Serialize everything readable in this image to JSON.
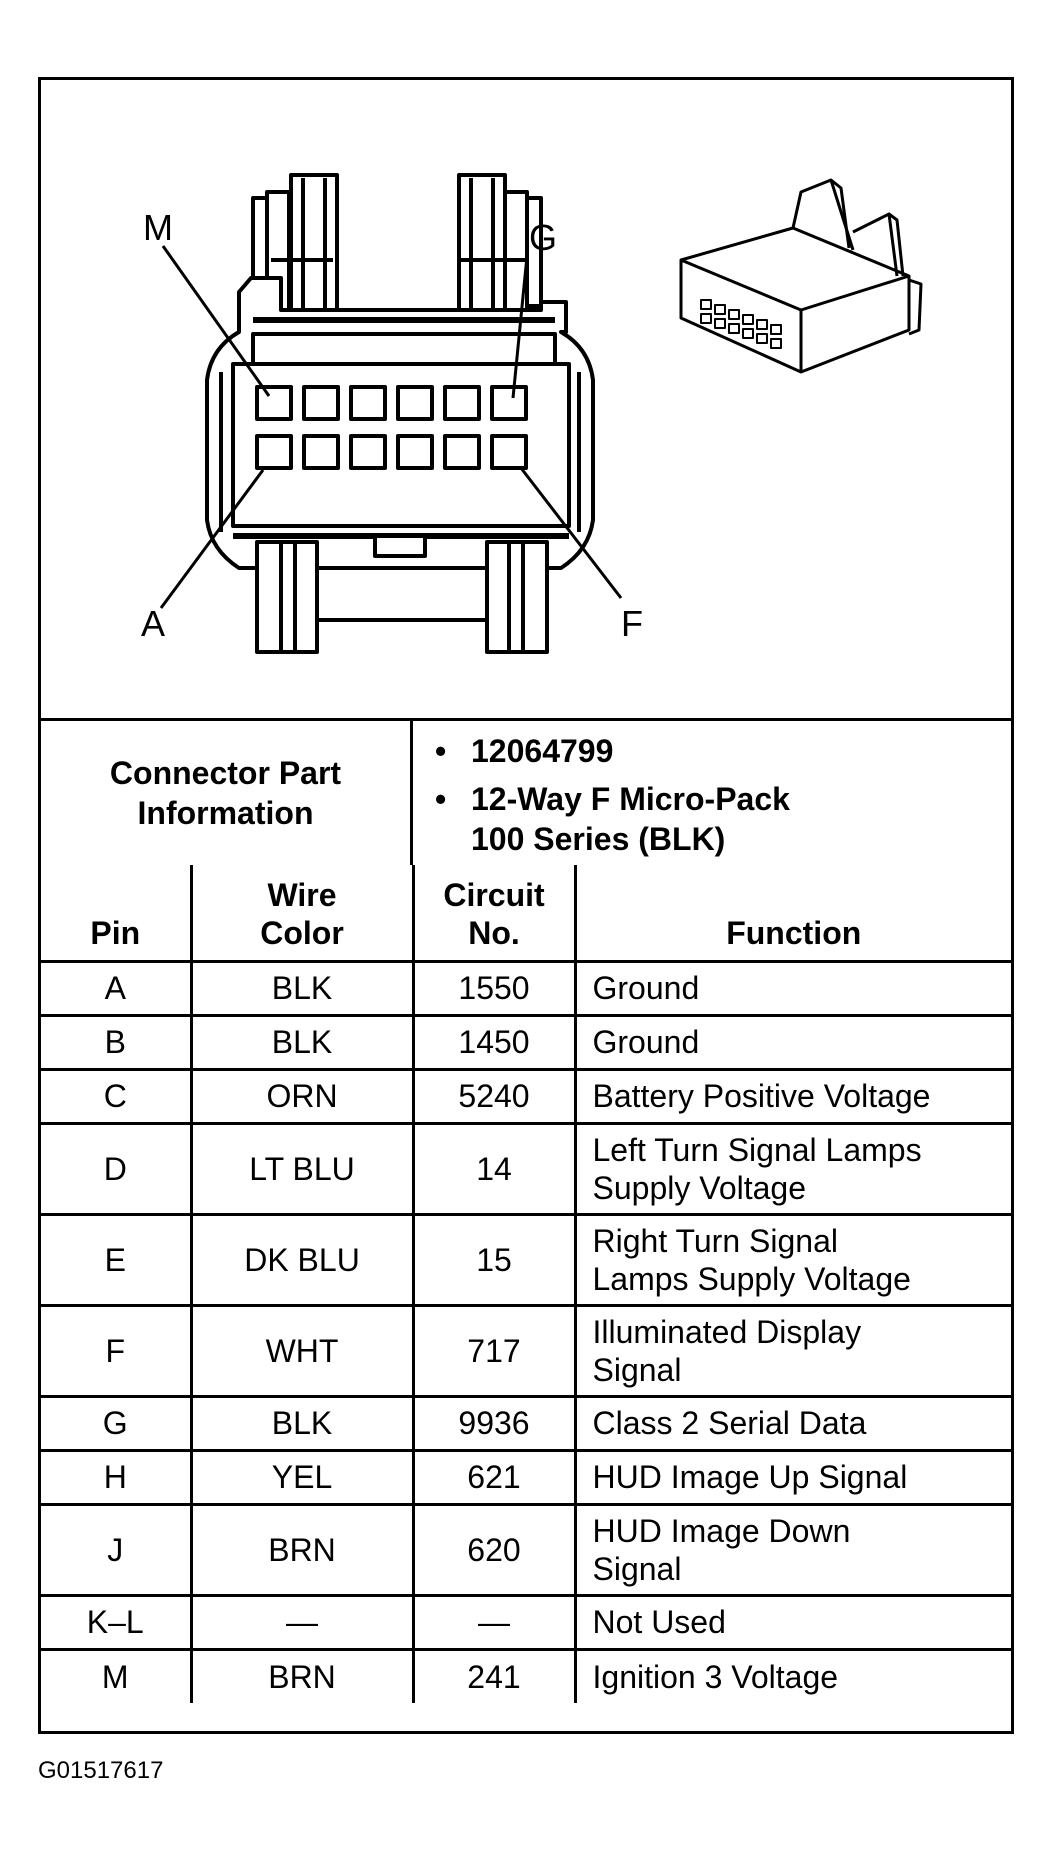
{
  "diagram": {
    "pin_callouts": [
      "M",
      "G",
      "A",
      "F"
    ]
  },
  "part_info": {
    "label_line1": "Connector Part",
    "label_line2": "Information",
    "items": [
      "12064799",
      "12-Way F Micro-Pack",
      "100 Series (BLK)"
    ]
  },
  "table": {
    "headers": {
      "pin": "Pin",
      "wire_line1": "Wire",
      "wire_line2": "Color",
      "circuit_line1": "Circuit",
      "circuit_line2": "No.",
      "function": "Function"
    },
    "rows": [
      {
        "pin": "A",
        "wire": "BLK",
        "circuit": "1550",
        "func1": "Ground",
        "func2": ""
      },
      {
        "pin": "B",
        "wire": "BLK",
        "circuit": "1450",
        "func1": "Ground",
        "func2": ""
      },
      {
        "pin": "C",
        "wire": "ORN",
        "circuit": "5240",
        "func1": "Battery Positive Voltage",
        "func2": ""
      },
      {
        "pin": "D",
        "wire": "LT BLU",
        "circuit": "14",
        "func1": "Left Turn Signal Lamps",
        "func2": "Supply Voltage"
      },
      {
        "pin": "E",
        "wire": "DK BLU",
        "circuit": "15",
        "func1": "Right Turn Signal",
        "func2": "Lamps Supply Voltage"
      },
      {
        "pin": "F",
        "wire": "WHT",
        "circuit": "717",
        "func1": "Illuminated Display",
        "func2": "Signal"
      },
      {
        "pin": "G",
        "wire": "BLK",
        "circuit": "9936",
        "func1": "Class 2 Serial Data",
        "func2": ""
      },
      {
        "pin": "H",
        "wire": "YEL",
        "circuit": "621",
        "func1": "HUD Image Up Signal",
        "func2": ""
      },
      {
        "pin": "J",
        "wire": "BRN",
        "circuit": "620",
        "func1": "HUD Image Down",
        "func2": "Signal"
      },
      {
        "pin": "K–L",
        "wire": "—",
        "circuit": "—",
        "func1": "Not Used",
        "func2": ""
      },
      {
        "pin": "M",
        "wire": "BRN",
        "circuit": "241",
        "func1": "Ignition 3 Voltage",
        "func2": ""
      }
    ]
  },
  "figure_id": "G01517617"
}
